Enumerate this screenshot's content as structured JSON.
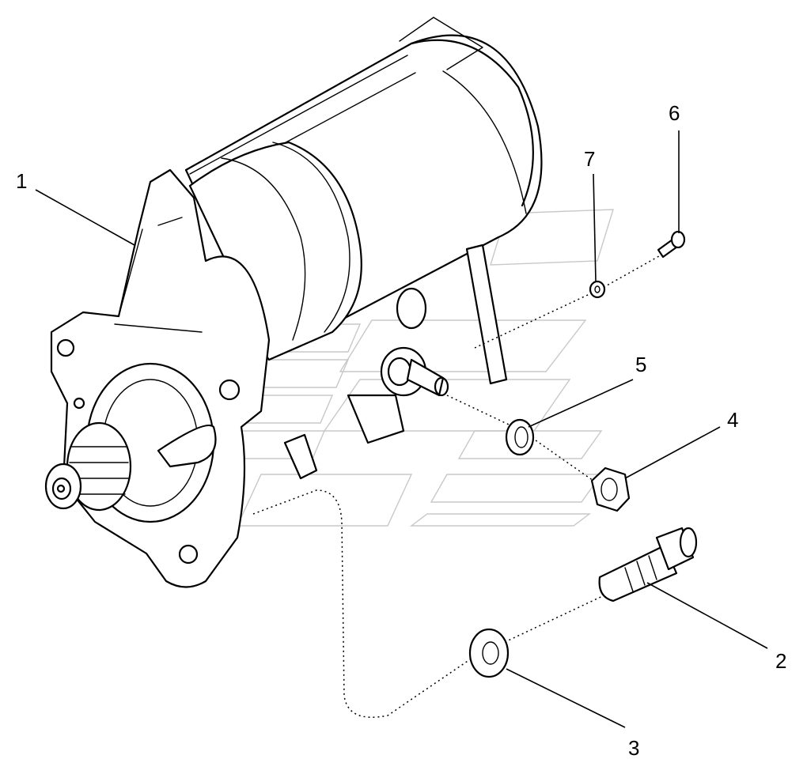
{
  "callouts": [
    {
      "id": "1",
      "label": "1"
    },
    {
      "id": "2",
      "label": "2"
    },
    {
      "id": "3",
      "label": "3"
    },
    {
      "id": "4",
      "label": "4"
    },
    {
      "id": "5",
      "label": "5"
    },
    {
      "id": "6",
      "label": "6"
    },
    {
      "id": "7",
      "label": "7"
    }
  ],
  "parts": [
    "starter-motor",
    "bolt",
    "washer",
    "nut",
    "lock-washer",
    "screw",
    "small-washer"
  ]
}
